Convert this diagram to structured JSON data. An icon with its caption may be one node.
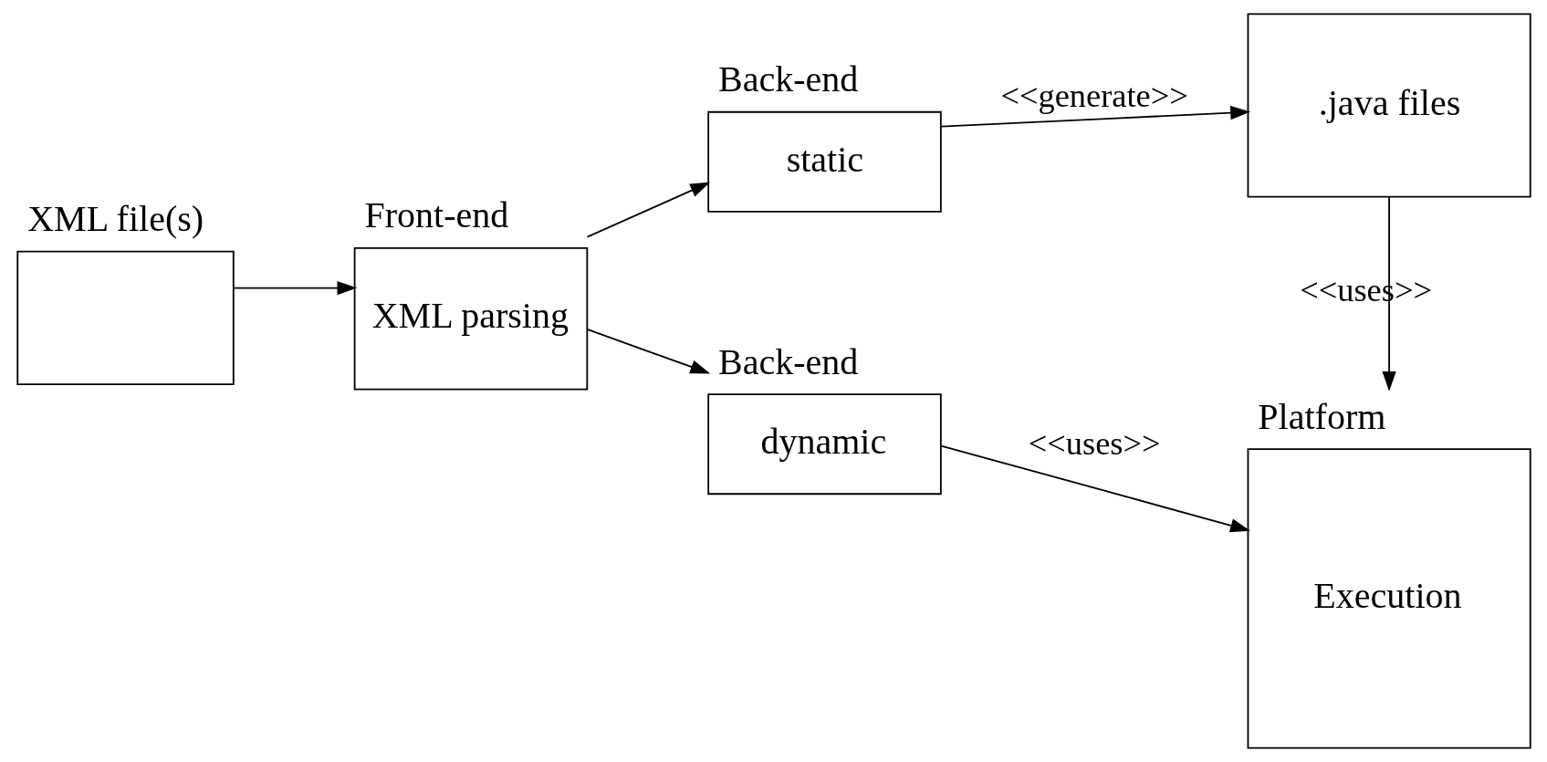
{
  "diagram": {
    "nodes": [
      {
        "text": [
          "XML file(s)"
        ]
      },
      {
        "text": [
          "Front-end",
          "XML parsing"
        ]
      },
      {
        "text": [
          "Back-end",
          "dynamic"
        ]
      },
      {
        "text": [
          "Platform",
          "Execution"
        ]
      },
      {
        "text": [
          "Back-end",
          "static"
        ]
      },
      {
        "text": [
          ".java files"
        ]
      }
    ],
    "edges": [
      {
        "from": 0,
        "to": 1,
        "arrow": "to"
      },
      {
        "from": 1,
        "to": 2,
        "arrow": "to"
      },
      {
        "from": 1,
        "to": 4,
        "arrow": "to"
      },
      {
        "from": 2,
        "to": 3,
        "arrow": "to",
        "label": "<<uses>>"
      },
      {
        "from": 4,
        "to": 5,
        "arrow": "to",
        "label": "<<generate>>"
      },
      {
        "from": 5,
        "to": 3,
        "arrow": "to",
        "label": "<<uses>>"
      }
    ]
  }
}
